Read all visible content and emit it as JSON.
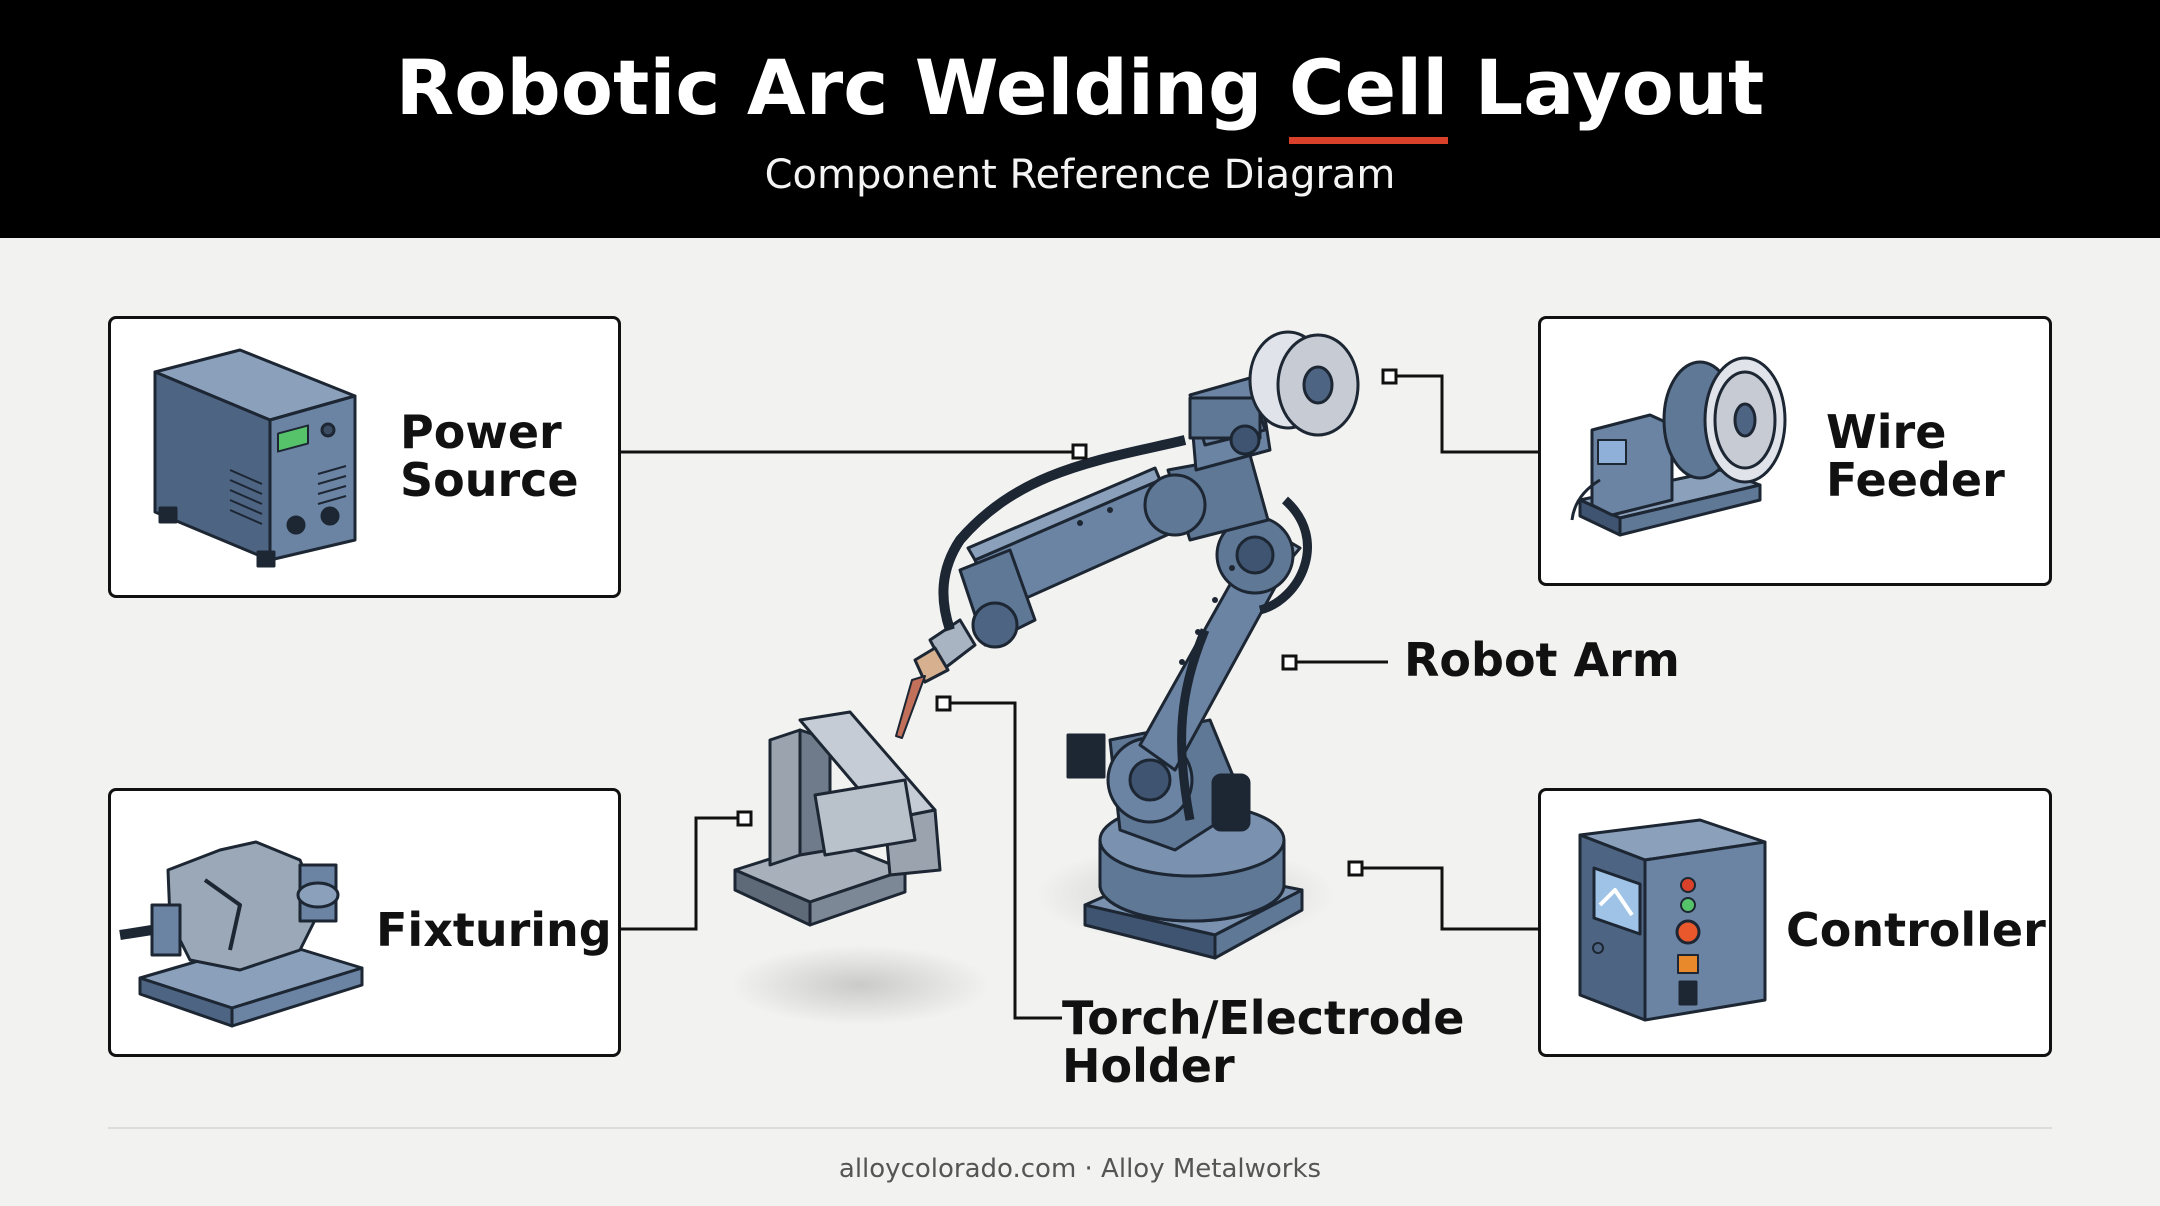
{
  "header": {
    "title_before": "Robotic Arc Welding ",
    "title_accent": "Cell",
    "title_after": " Layout",
    "subtitle": "Component Reference Diagram"
  },
  "components": {
    "power_source": "Power\nSource",
    "wire_feeder": "Wire\nFeeder",
    "fixturing": "Fixturing",
    "controller": "Controller"
  },
  "callouts": {
    "robot_arm": "Robot Arm",
    "torch": "Torch/Electrode\nHolder"
  },
  "footer": {
    "credit": "alloycolorado.com · Alloy Metalworks"
  },
  "colors": {
    "accent": "#d9412a",
    "steel": "#5f7896",
    "steel_dark": "#3f5470",
    "steel_light": "#8aa0bb"
  }
}
